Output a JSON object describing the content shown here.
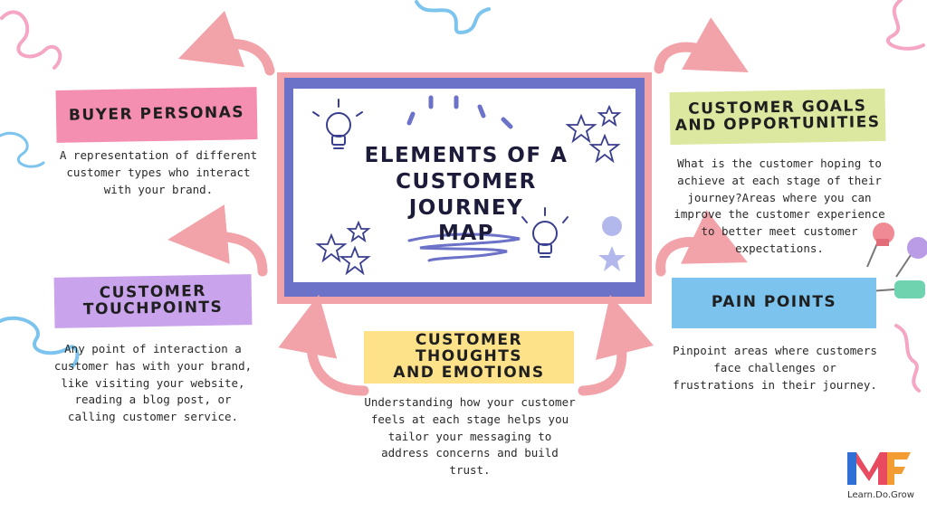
{
  "title": {
    "lines": [
      "ELEMENTS OF A",
      "CUSTOMER JOURNEY",
      "MAP"
    ]
  },
  "sections": {
    "buyer_personas": {
      "label": [
        "BUYER PERSONAS"
      ],
      "description": "A representation of different customer types who interact with your brand."
    },
    "touchpoints": {
      "label": [
        "CUSTOMER",
        "TOUCHPOINTS"
      ],
      "description": "Any point of interaction a customer has with your brand, like visiting your website, reading a blog post, or calling customer service."
    },
    "thoughts": {
      "label": [
        "CUSTOMER THOUGHTS",
        "AND EMOTIONS"
      ],
      "description": "Understanding how your customer feels at each stage helps you tailor your messaging to address concerns and build trust."
    },
    "goals": {
      "label": [
        "CUSTOMER GOALS",
        "AND OPPORTUNITIES"
      ],
      "description": "What is the customer hoping to achieve at each stage of their journey?Areas where you can improve the customer experience to better meet customer expectations."
    },
    "pain_points": {
      "label": [
        "PAIN POINTS"
      ],
      "description": "Pinpoint areas where customers face challenges or frustrations in their journey."
    }
  },
  "logo": {
    "tagline": "Learn.Do.Grow"
  },
  "colors": {
    "pink_tape": "#f48fb1",
    "lavender_tape": "#c9a4ec",
    "yellow_tape": "#fde28a",
    "green_tape": "#dce8a0",
    "blue_tape": "#7cc4ee",
    "frame_blue": "#6b72c7",
    "frame_pink": "#f2a3a9",
    "arrow_pink": "#f2a3a9"
  },
  "icons": [
    "lightbulb-icon",
    "star-icon",
    "arrow-icon",
    "push-pin-icon",
    "squiggle-decoration"
  ]
}
